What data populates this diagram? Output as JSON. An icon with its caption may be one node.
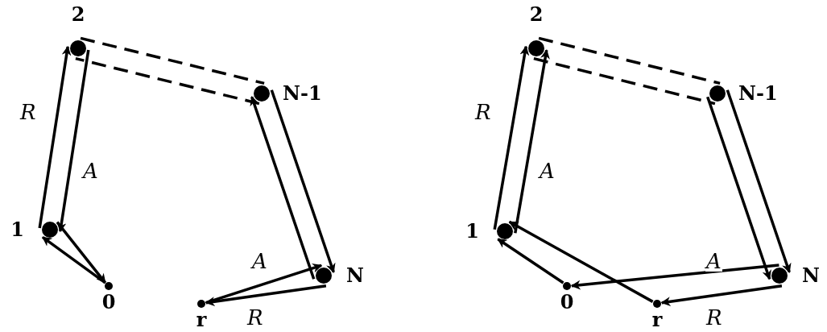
{
  "diagram": {
    "nodes": [
      {
        "text": [
          "2"
        ]
      },
      {
        "text": [
          "N-1"
        ]
      },
      {
        "text": [
          "1"
        ]
      },
      {
        "text": [
          "N"
        ]
      },
      {
        "text": [
          "0"
        ]
      },
      {
        "text": [
          "r"
        ]
      },
      {
        "text": [
          "2"
        ]
      },
      {
        "text": [
          "N-1"
        ]
      },
      {
        "text": [
          "1"
        ]
      },
      {
        "text": [
          "N"
        ]
      },
      {
        "text": [
          "0"
        ]
      },
      {
        "text": [
          "r"
        ]
      }
    ],
    "edges": [
      {
        "from": 4,
        "to": 2,
        "arrow": "to"
      },
      {
        "from": 2,
        "to": 0,
        "arrow": "to",
        "label": "R"
      },
      {
        "from": 0,
        "to": 1,
        "arrow": "none",
        "style": "dashed"
      },
      {
        "from": 1,
        "to": 3,
        "arrow": "to"
      },
      {
        "from": 3,
        "to": 5,
        "arrow": "to",
        "label": "R"
      },
      {
        "from": 5,
        "to": 3,
        "arrow": "to",
        "label": "A"
      },
      {
        "from": 3,
        "to": 1,
        "arrow": "to"
      },
      {
        "from": 1,
        "to": 0,
        "arrow": "none",
        "style": "dashed"
      },
      {
        "from": 0,
        "to": 2,
        "arrow": "to",
        "label": "A"
      },
      {
        "from": 2,
        "to": 4,
        "arrow": "to"
      },
      {
        "from": 10,
        "to": 8,
        "arrow": "to"
      },
      {
        "from": 8,
        "to": 6,
        "arrow": "to",
        "label": "R"
      },
      {
        "from": 6,
        "to": 7,
        "arrow": "none",
        "style": "dashed"
      },
      {
        "from": 7,
        "to": 9,
        "arrow": "to"
      },
      {
        "from": 9,
        "to": 11,
        "arrow": "to",
        "label": "R"
      },
      {
        "from": 11,
        "to": 8,
        "arrow": "to"
      },
      {
        "from": 8,
        "to": 6,
        "arrow": "to",
        "label": "A"
      },
      {
        "from": 6,
        "to": 7,
        "arrow": "none",
        "style": "dashed"
      },
      {
        "from": 7,
        "to": 9,
        "arrow": "to"
      },
      {
        "from": 9,
        "to": 10,
        "arrow": "to",
        "label": "A"
      }
    ]
  }
}
